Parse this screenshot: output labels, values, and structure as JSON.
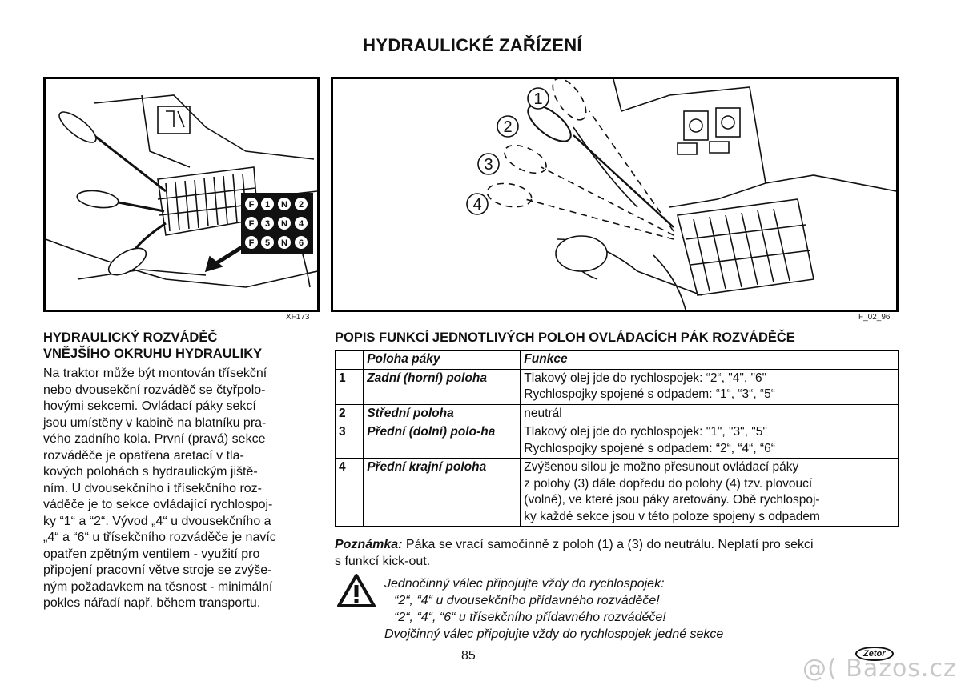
{
  "title": "HYDRAULICKÉ ZAŘÍZENÍ",
  "figures": {
    "left": {
      "code": "XF173",
      "keypad": [
        [
          "F",
          "1",
          "N",
          "2"
        ],
        [
          "F",
          "3",
          "N",
          "4"
        ],
        [
          "F",
          "5",
          "N",
          "6"
        ]
      ]
    },
    "right": {
      "code": "F_02_96",
      "callouts": [
        "1",
        "2",
        "3",
        "4"
      ]
    }
  },
  "left_section": {
    "heading_line1": "HYDRAULICKÝ ROZVÁDĚČ",
    "heading_line2": "VNĚJŠÍHO OKRUHU HYDRAULIKY",
    "lines": [
      "Na traktor může být montován třísekční",
      "nebo dvousekční rozváděč se čtyřpolo-",
      "hovými sekcemi. Ovládací páky sekcí",
      "jsou umístěny v kabině na blatníku pra-",
      "vého zadního kola. První (pravá) sekce",
      "rozváděče je opatřena aretací v tla-",
      "kových polohách s hydraulickým jiště-",
      "ním. U dvousekčního i třísekčního roz-",
      "váděče je to sekce ovládající rychlospoj-",
      "ky “1“ a “2“. Vývod „4“ u dvousekčního a",
      "„4“ a “6“ u třísekčního rozváděče je navíc",
      "opatřen zpětným ventilem - využití pro",
      "připojení pracovní větve stroje se zvýše-",
      "ným požadavkem na těsnost - minimální",
      "pokles nářadí např. během transportu."
    ]
  },
  "right_section": {
    "heading": "POPIS FUNKCÍ JEDNOTLIVÝCH POLOH OVLÁDACÍCH PÁK ROZVÁDĚČE",
    "table": {
      "headers": [
        "",
        "Poloha páky",
        "Funkce"
      ],
      "rows": [
        {
          "num": "1",
          "pos": "Zadní (horní) poloha",
          "lines": [
            "Tlakový olej jde do rychlospojek: “2“, \"4\", \"6\"",
            "Rychlospojky spojené s odpadem: “1“, “3“, “5“"
          ]
        },
        {
          "num": "2",
          "pos": "Střední poloha",
          "lines": [
            "neutrál"
          ]
        },
        {
          "num": "3",
          "pos": "Přední (dolní) polo-ha",
          "lines": [
            "Tlakový olej jde do rychlospojek: \"1\", \"3\", \"5\"",
            "Rychlospojky spojené s odpadem: “2“, “4“, “6“"
          ]
        },
        {
          "num": "4",
          "pos": "Přední krajní poloha",
          "lines": [
            "Zvýšenou silou je možno přesunout ovládací páky",
            "z polohy (3) dále dopředu do polohy (4) tzv. plovoucí",
            "(volné), ve které jsou páky aretovány. Obě rychlospoj-",
            "ky každé sekce jsou v této poloze spojeny s odpadem"
          ]
        }
      ]
    },
    "note_label": "Poznámka:",
    "note_text": " Páka se vrací samočinně z poloh (1) a (3) do neutrálu. Neplatí pro sekci",
    "note_line2": "s funkcí kick-out.",
    "warning_lines": [
      "Jednočinný válec připojujte vždy do rychlospojek:",
      "“2“, “4“ u dvousekčního přídavného rozváděče!",
      "“2“, “4“, “6“ u třísekčního přídavného rozváděče!",
      "Dvojčinný válec připojujte vždy do rychlospojek jedné sekce"
    ]
  },
  "page_number": "85",
  "logo_text": "Zetor",
  "watermark": "@( Bazos.cz"
}
